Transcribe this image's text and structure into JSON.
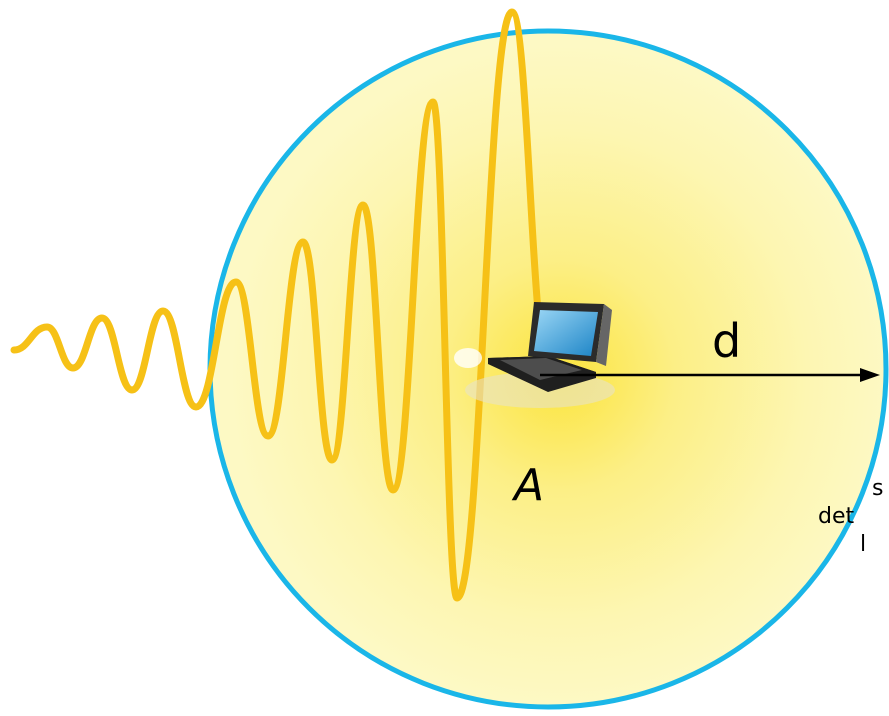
{
  "diagram": {
    "distance_label": "d",
    "node_label": "A",
    "edge_text_lines": [
      "s",
      "det",
      "l"
    ],
    "colors": {
      "circle_outline": "#1ab6e8",
      "circle_fill": "#fdf7b4",
      "circle_glow": "#fbe94f",
      "wave": "#f6c117",
      "arrow": "#000000"
    },
    "icons": [
      "laptop-icon"
    ]
  }
}
